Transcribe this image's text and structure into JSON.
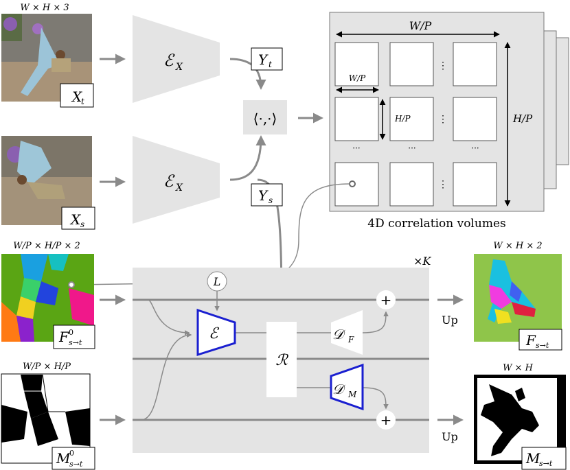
{
  "inputs": {
    "top_dims": "W × H × 3",
    "x_t_label": "X",
    "x_t_sub": "t",
    "x_s_label": "X",
    "x_s_sub": "s"
  },
  "encoders": {
    "ex_top": "ℰ",
    "ex_top_sub": "X",
    "ex_bottom": "ℰ",
    "ex_bottom_sub": "X"
  },
  "features": {
    "y_t": "Y",
    "y_t_sub": "t",
    "y_s": "Y",
    "y_s_sub": "s",
    "inner_product": "⟨·,·⟩"
  },
  "correlation": {
    "caption": "4D correlation volumes",
    "w_over_p_top": "W/P",
    "w_over_p_small": "W/P",
    "h_over_p_small": "H/P",
    "h_over_p_right": "H/P",
    "vdots": "⋮",
    "hdots": "···"
  },
  "flow_init": {
    "dims": "W/P × H/P × 2",
    "label": "F",
    "sup": "0",
    "sub": "s→t"
  },
  "mask_init": {
    "dims": "W/P × H/P",
    "label": "M",
    "sup": "0",
    "sub": "s→t"
  },
  "refinement": {
    "lookup": "L",
    "encoder": "ℰ",
    "recurrent": "ℛ",
    "decoder_f": "𝒟",
    "decoder_f_sub": "F",
    "decoder_m": "𝒟",
    "decoder_m_sub": "M",
    "plus": "+",
    "iterations": "×K"
  },
  "outputs": {
    "flow_dims": "W × H × 2",
    "flow_label": "F",
    "flow_sub": "s→t",
    "mask_dims": "W × H",
    "mask_label": "M",
    "mask_sub": "s→t",
    "up_flow": "Up",
    "up_mask": "Up"
  },
  "colors": {
    "block_gray": "#e4e4e4",
    "arrow_gray": "#8a8a8a",
    "encoder_blue": "#1a1fd0"
  }
}
